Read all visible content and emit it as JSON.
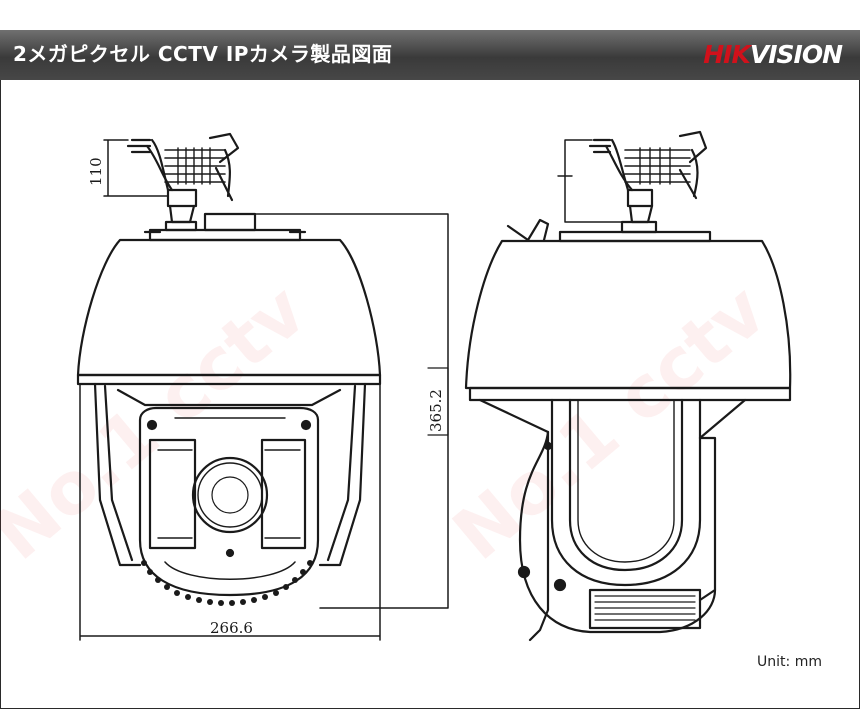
{
  "header": {
    "title": "2メガピクセル CCTV IPカメラ製品図面",
    "logo_red": "HIK",
    "logo_white": "VISION"
  },
  "dimensions": {
    "stand_height": "110",
    "total_height": "365.2",
    "width": "266.6"
  },
  "unit_label": "Unit: mm",
  "watermark": "No.1 cctv",
  "colors": {
    "header_dark": "#3e3e3e",
    "logo_red": "#d0111b",
    "line": "#1a1a1a",
    "watermark": "#dc2828"
  }
}
